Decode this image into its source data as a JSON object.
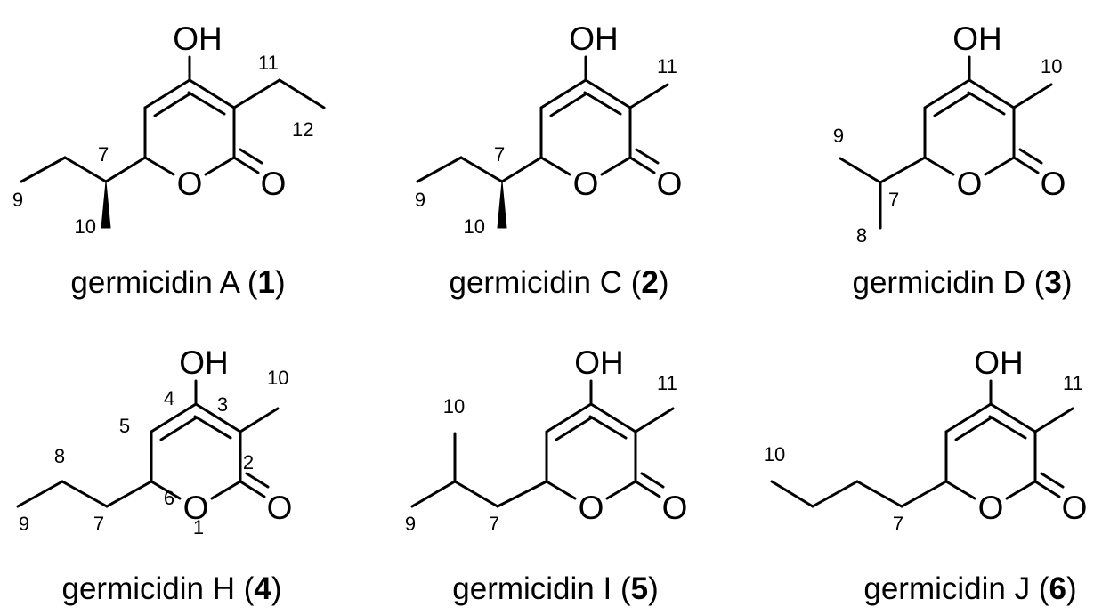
{
  "compounds": [
    {
      "caption_prefix": "germicidin A (",
      "caption_number": "1",
      "caption_suffix": ")",
      "atoms": {
        "hydroxyl": "OH",
        "ring_oxygen": "O",
        "carbonyl_oxygen": "O"
      },
      "locants": [
        {
          "label": "11",
          "slot": "c11"
        },
        {
          "label": "12",
          "slot": "c12"
        },
        {
          "label": "7",
          "slot": "c7"
        },
        {
          "label": "9",
          "slot": "c9"
        },
        {
          "label": "10",
          "slot": "c10"
        }
      ]
    },
    {
      "caption_prefix": "germicidin C (",
      "caption_number": "2",
      "caption_suffix": ")",
      "atoms": {
        "hydroxyl": "OH",
        "ring_oxygen": "O",
        "carbonyl_oxygen": "O"
      },
      "locants": [
        {
          "label": "11",
          "slot": "me"
        },
        {
          "label": "7",
          "slot": "c7"
        },
        {
          "label": "9",
          "slot": "c9"
        },
        {
          "label": "10",
          "slot": "c10"
        }
      ]
    },
    {
      "caption_prefix": "germicidin D (",
      "caption_number": "3",
      "caption_suffix": ")",
      "atoms": {
        "hydroxyl": "OH",
        "ring_oxygen": "O",
        "carbonyl_oxygen": "O"
      },
      "locants": [
        {
          "label": "10",
          "slot": "me"
        },
        {
          "label": "9",
          "slot": "c9"
        },
        {
          "label": "7",
          "slot": "c7"
        },
        {
          "label": "8",
          "slot": "c8"
        }
      ]
    },
    {
      "caption_prefix": "germicidin H (",
      "caption_number": "4",
      "caption_suffix": ")",
      "atoms": {
        "hydroxyl": "OH",
        "ring_oxygen": "O",
        "carbonyl_oxygen": "O"
      },
      "locants": [
        {
          "label": "10",
          "slot": "me"
        },
        {
          "label": "4",
          "slot": "r4"
        },
        {
          "label": "3",
          "slot": "r3"
        },
        {
          "label": "5",
          "slot": "r5"
        },
        {
          "label": "2",
          "slot": "r2"
        },
        {
          "label": "6",
          "slot": "r6"
        },
        {
          "label": "1",
          "slot": "r1"
        },
        {
          "label": "8",
          "slot": "c8"
        },
        {
          "label": "7",
          "slot": "c7"
        },
        {
          "label": "9",
          "slot": "c9"
        }
      ]
    },
    {
      "caption_prefix": "germicidin I (",
      "caption_number": "5",
      "caption_suffix": ")",
      "atoms": {
        "hydroxyl": "OH",
        "ring_oxygen": "O",
        "carbonyl_oxygen": "O"
      },
      "locants": [
        {
          "label": "11",
          "slot": "me"
        },
        {
          "label": "10",
          "slot": "c10"
        },
        {
          "label": "9",
          "slot": "c9"
        },
        {
          "label": "7",
          "slot": "c7"
        }
      ]
    },
    {
      "caption_prefix": "germicidin J (",
      "caption_number": "6",
      "caption_suffix": ")",
      "atoms": {
        "hydroxyl": "OH",
        "ring_oxygen": "O",
        "carbonyl_oxygen": "O"
      },
      "locants": [
        {
          "label": "11",
          "slot": "me"
        },
        {
          "label": "10",
          "slot": "c10"
        },
        {
          "label": "7",
          "slot": "c7"
        }
      ]
    }
  ]
}
